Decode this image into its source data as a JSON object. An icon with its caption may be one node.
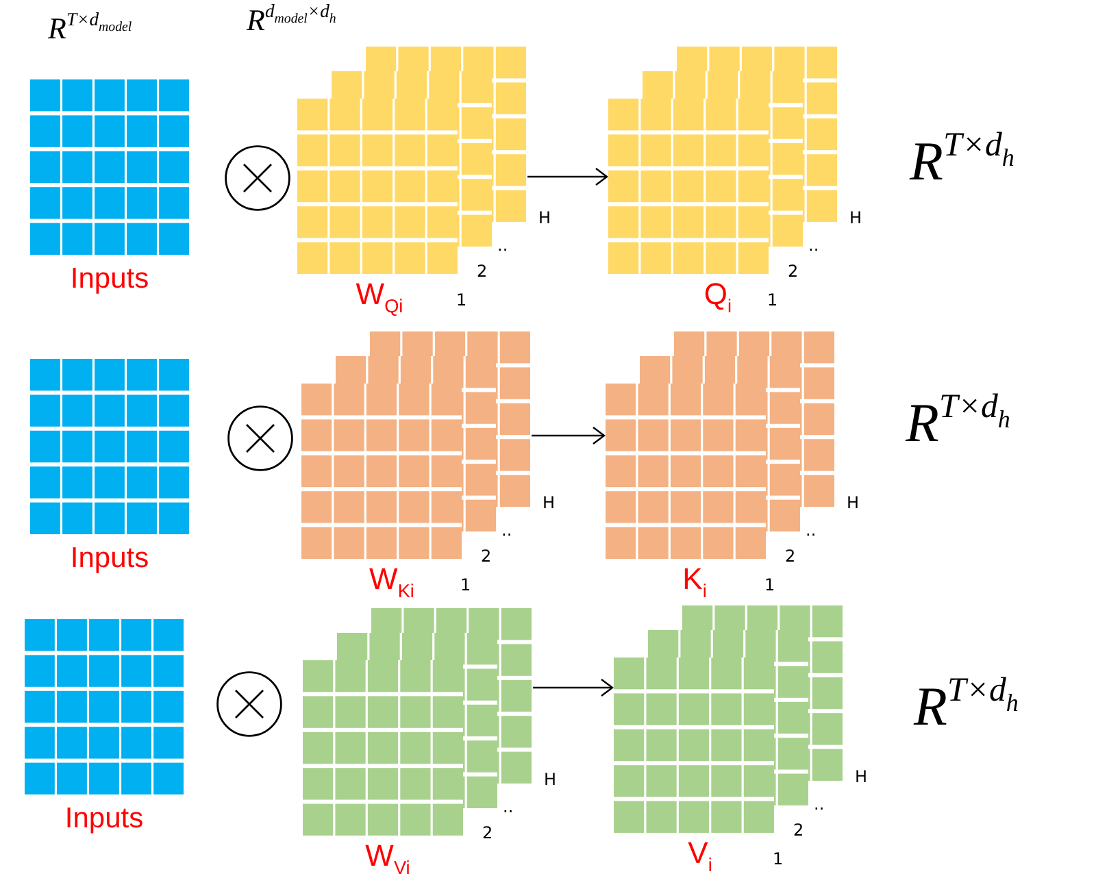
{
  "diagram": {
    "nodes": [
      {
        "text": [
          "Inputs"
        ]
      },
      {
        "text": [
          "W$_{Qi}$"
        ],
        "beside": [
          "H",
          "..",
          "2",
          "1"
        ]
      },
      {
        "text": [
          "Q$_{i}$"
        ],
        "beside": [
          "H",
          "..",
          "2",
          "1"
        ]
      },
      {
        "text": [
          "Inputs"
        ]
      },
      {
        "text": [
          "W$_{Ki}$"
        ],
        "beside": [
          "H",
          "..",
          "2",
          "1"
        ]
      },
      {
        "text": [
          "K$_{i}$"
        ],
        "beside": [
          "H",
          "..",
          "2",
          "1"
        ]
      },
      {
        "text": [
          "Inputs"
        ]
      },
      {
        "text": [
          "W$_{Vi}$"
        ],
        "beside": [
          "H",
          "..",
          "2"
        ]
      },
      {
        "text": [
          "V$_{i}$"
        ],
        "beside": [
          "H",
          "..",
          "2",
          "1"
        ]
      }
    ],
    "edges": [
      {
        "from": 1,
        "to": 2,
        "arrow": "to"
      },
      {
        "from": 4,
        "to": 5,
        "arrow": "to"
      },
      {
        "from": 7,
        "to": 8,
        "arrow": "to"
      }
    ],
    "labels": [
      "R$^{T×d}$$_{model}$",
      "R$^{d}$$_{model}$$^{×d}$$_{h}$",
      "R$^{T×d}$$_{h}$",
      "R$^{T×d}$$_{h}$",
      "R$^{T×d}$$_{h}$"
    ]
  }
}
